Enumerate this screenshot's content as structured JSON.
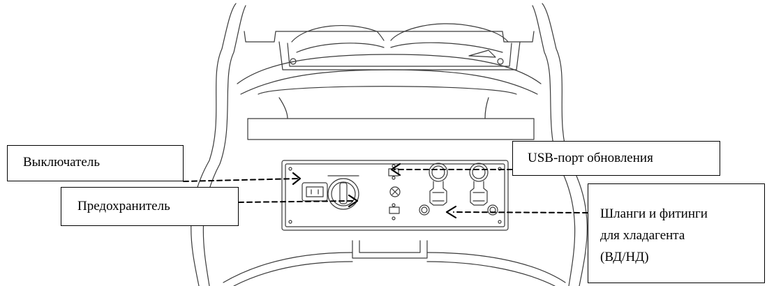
{
  "diagram": {
    "stroke_color": "#3a3a3a",
    "label_color": "#000000",
    "background_color": "#ffffff",
    "labels": {
      "switch": "Выключатель",
      "fuse": "Предохранитель",
      "usb": "USB-порт обновления",
      "hoses_line1": "Шланги и фитинги",
      "hoses_line2": "для хладагента",
      "hoses_line3": "(ВД/НД)"
    }
  }
}
